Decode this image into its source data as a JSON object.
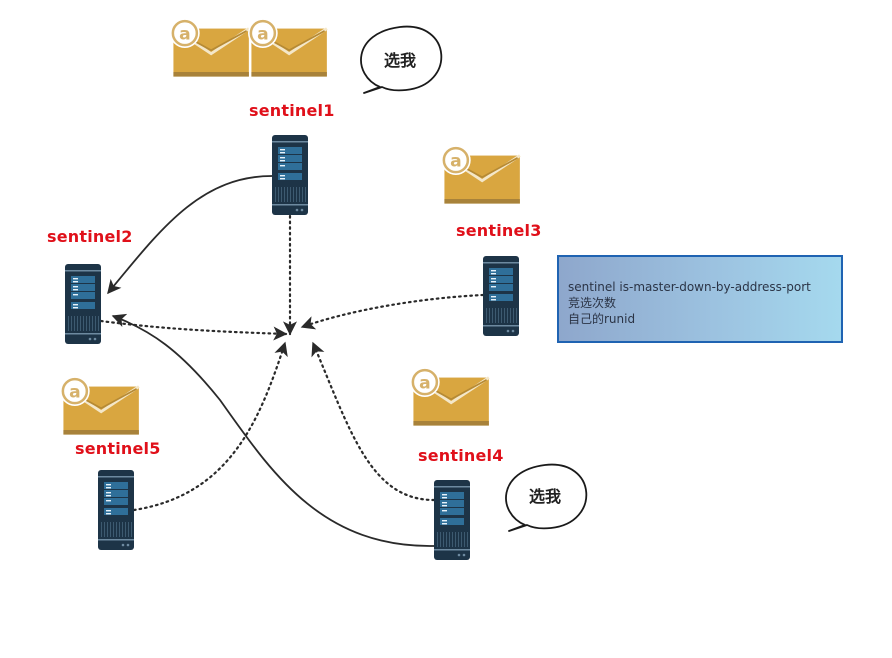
{
  "diagram": {
    "title": "Sentinel leader election",
    "nodes": [
      {
        "id": "sentinel1",
        "label": "sentinel1",
        "envelopes": 2,
        "speech": "选我"
      },
      {
        "id": "sentinel2",
        "label": "sentinel2",
        "envelopes": 0,
        "speech": null
      },
      {
        "id": "sentinel3",
        "label": "sentinel3",
        "envelopes": 1,
        "speech": null
      },
      {
        "id": "sentinel4",
        "label": "sentinel4",
        "envelopes": 1,
        "speech": "选我"
      },
      {
        "id": "sentinel5",
        "label": "sentinel5",
        "envelopes": 1,
        "speech": null
      }
    ],
    "edges": [
      {
        "from": "sentinel1",
        "to": "sentinel2",
        "style": "solid"
      },
      {
        "from": "sentinel4",
        "to": "sentinel2",
        "style": "solid"
      },
      {
        "from": "sentinel1",
        "to": "center",
        "style": "dotted"
      },
      {
        "from": "sentinel2",
        "to": "center",
        "style": "dotted"
      },
      {
        "from": "sentinel3",
        "to": "center",
        "style": "dotted"
      },
      {
        "from": "sentinel4",
        "to": "center",
        "style": "dotted"
      },
      {
        "from": "sentinel5",
        "to": "center",
        "style": "dotted"
      }
    ],
    "info_box": {
      "lines": [
        "sentinel is-master-down-by-address-port",
        "竞选次数",
        "自己的runid"
      ]
    },
    "icons": {
      "envelope": "at-envelope-icon",
      "server": "server-rack-icon",
      "speech": "speech-bubble-icon"
    },
    "colors": {
      "label": "#e0101a",
      "envelope": "#d9a640",
      "envelope_shadow": "#a8823a",
      "server_body": "#1d3447",
      "server_panel": "#2f6f99",
      "info_border": "#1f63b2",
      "arrow": "#2a2a2a"
    }
  }
}
